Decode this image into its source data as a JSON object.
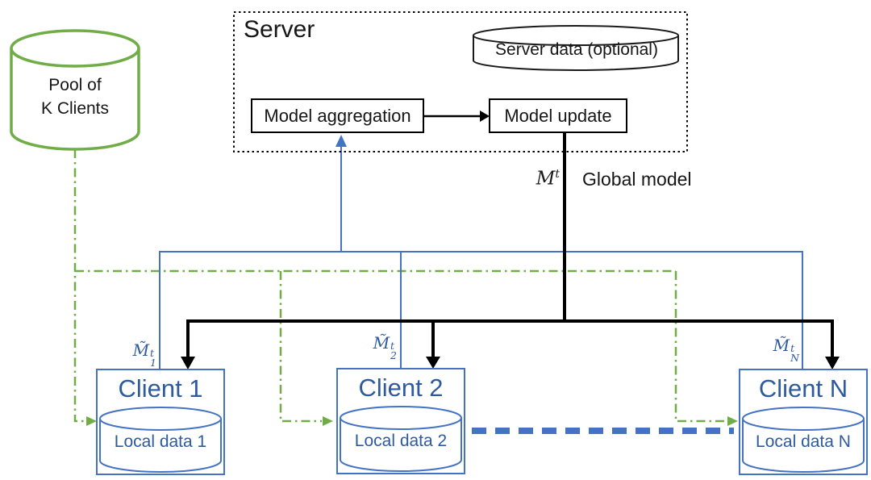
{
  "colors": {
    "pool_green": "#70AD47",
    "link_blue": "#4472C4",
    "client_text_blue": "#2E5B9E",
    "line_black": "#000000",
    "text_black": "#161616"
  },
  "pool": {
    "line1": "Pool of",
    "line2": "K Clients"
  },
  "server": {
    "title": "Server",
    "data_store_label": "Server data (optional)",
    "aggregation_label": "Model aggregation",
    "update_label": "Model update"
  },
  "global_model": {
    "symbol": "M",
    "sup": "t",
    "label": "Global model"
  },
  "clients": [
    {
      "title": "Client 1",
      "data_label": "Local data 1",
      "model": {
        "symbol": "M̃",
        "sub": "1",
        "sup": "t"
      }
    },
    {
      "title": "Client 2",
      "data_label": "Local data 2",
      "model": {
        "symbol": "M̃",
        "sub": "2",
        "sup": "t"
      }
    },
    {
      "title": "Client N",
      "data_label": "Local data N",
      "model": {
        "symbol": "M̃",
        "sub": "N",
        "sup": "t"
      }
    }
  ]
}
